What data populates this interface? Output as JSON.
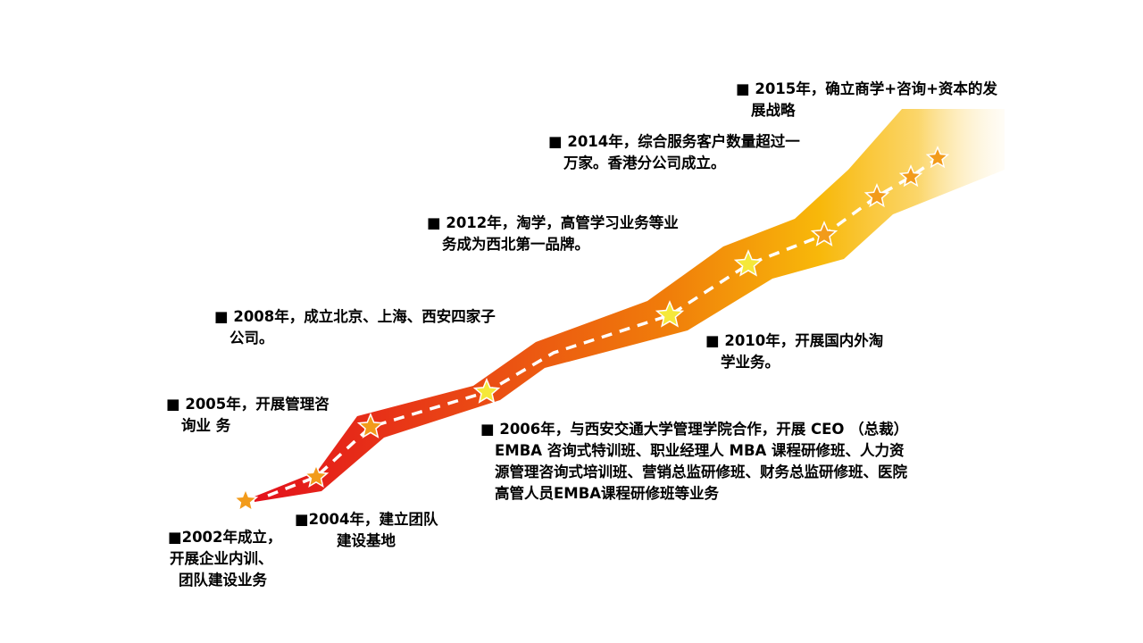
{
  "colors": {
    "red": "#e3101c",
    "orange": "#f07d0a",
    "yellow": "#f9c30a",
    "star": "#f29b1b",
    "star_bright": "#f5e83a",
    "dash": "#ffffff"
  },
  "milestones": [
    {
      "year": "2002",
      "lines": [
        "■2002年成立，",
        "开展企业内训、",
        "团队建设业务"
      ]
    },
    {
      "year": "2004",
      "lines": [
        "■2004年，建立团队",
        "建设基地"
      ]
    },
    {
      "year": "2005",
      "lines": [
        "■ 2005年，开展管理咨",
        "询业 务"
      ]
    },
    {
      "year": "2006",
      "lines": [
        "■ 2006年，与西安交通大学管理学院合作，开展 CEO （总裁）",
        "EMBA 咨询式特训班、职业经理人 MBA 课程研修班、人力资",
        "源管理咨询式培训班、营销总监研修班、财务总监研修班、医院",
        "高管人员EMBA课程研修班等业务"
      ]
    },
    {
      "year": "2008",
      "lines": [
        "■ 2008年，成立北京、上海、西安四家子",
        "公司。"
      ]
    },
    {
      "year": "2010",
      "lines": [
        "■ 2010年，开展国内外淘",
        "学业务。"
      ]
    },
    {
      "year": "2012",
      "lines": [
        "■ 2012年，淘学，高管学习业务等业",
        "务成为西北第一品牌。"
      ]
    },
    {
      "year": "2014",
      "lines": [
        "■ 2014年，综合服务客户数量超过一",
        "万家。香港分公司成立。"
      ]
    },
    {
      "year": "2015",
      "lines": [
        "■ 2015年，确立商学+咨询+资本的发",
        "展战略"
      ]
    }
  ]
}
